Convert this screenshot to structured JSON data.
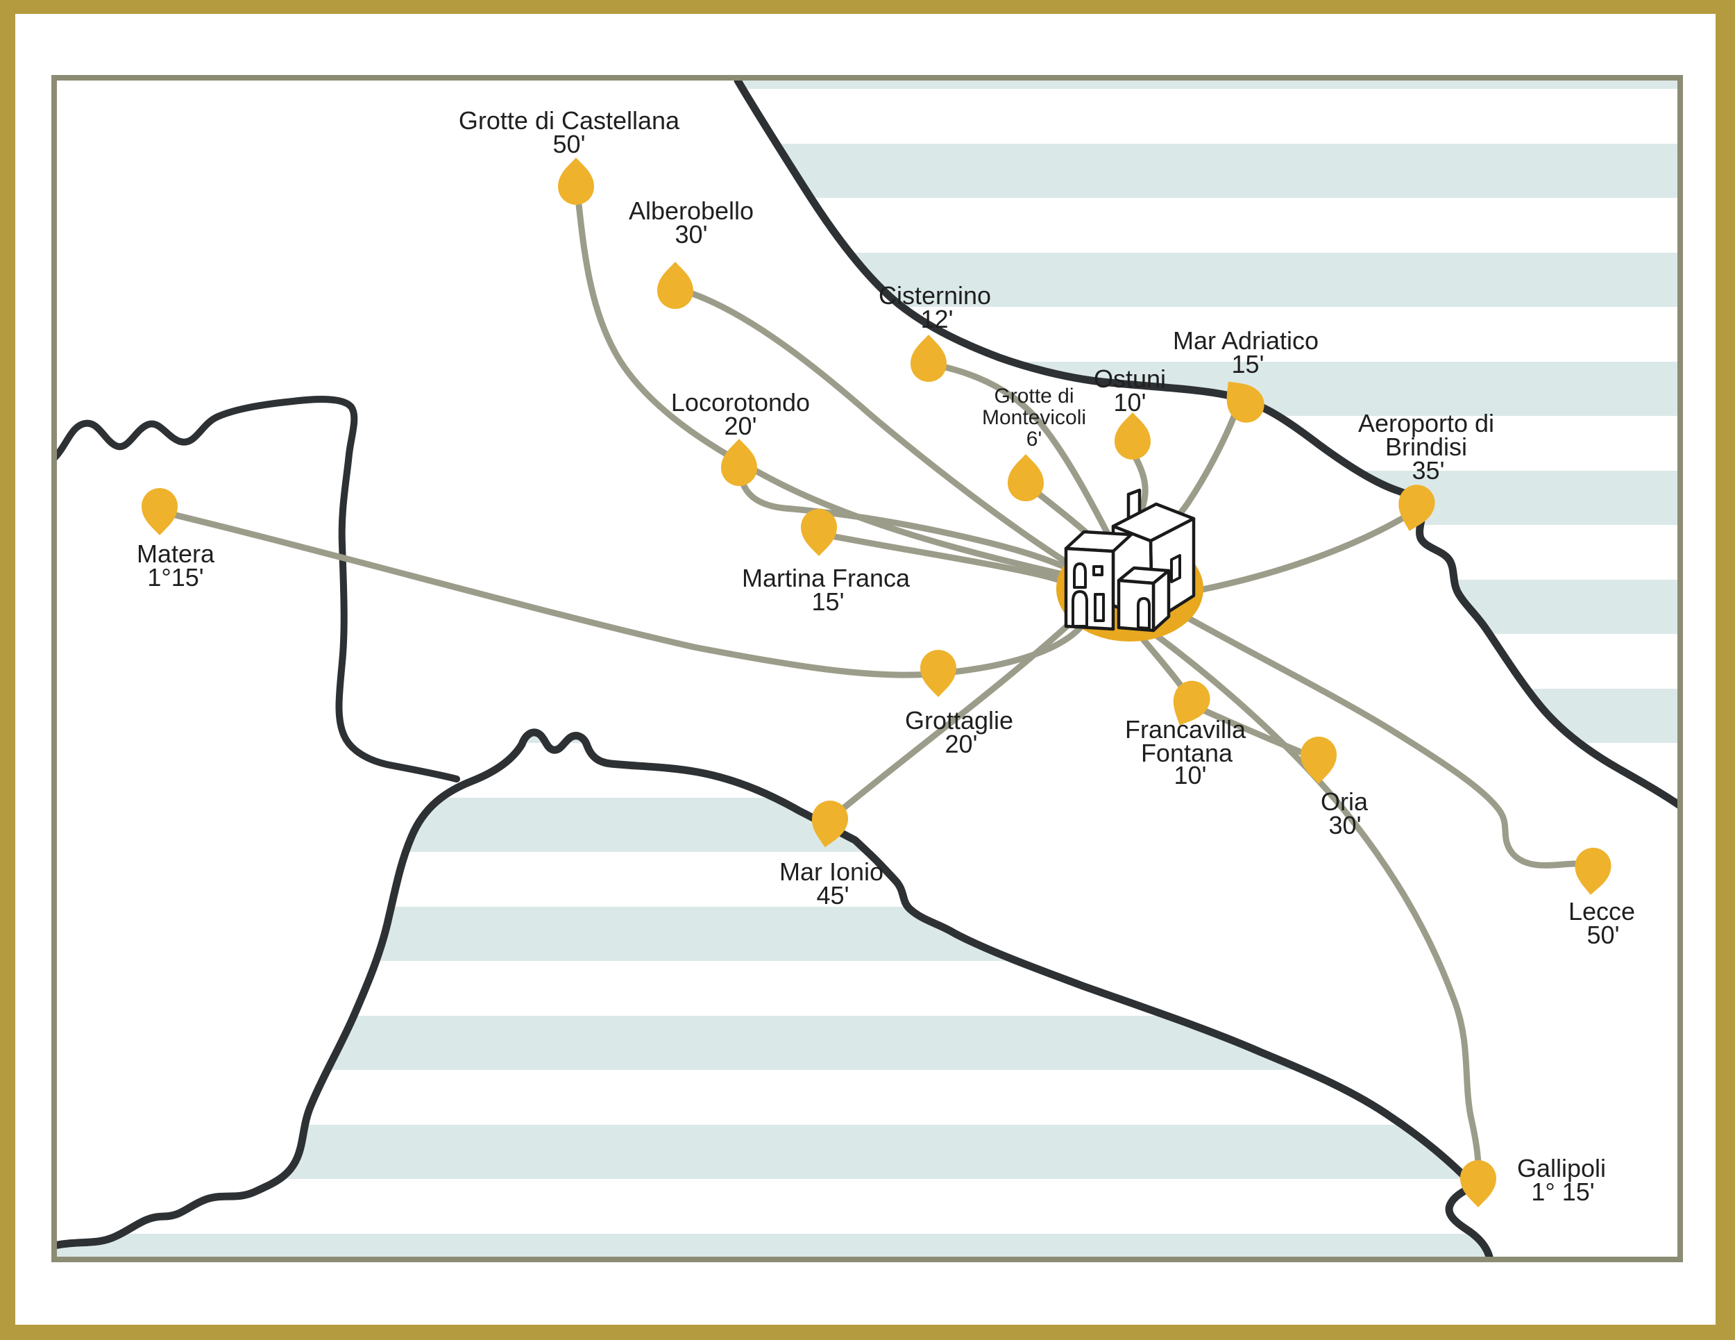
{
  "map_title": "Puglia destinations travel-time map",
  "colors": {
    "gold_border": "#b49b3f",
    "frame": "#8c8c74",
    "sea_stripe": "#dbe8e8",
    "land": "#ffffff",
    "coastline": "#2d3134",
    "road": "#9c9c8a",
    "marker": "#eeb22c",
    "hub": "#e8a81f",
    "text": "#1f1f1f",
    "building_outline": "#1a1a1a"
  },
  "hub": {
    "icon": "masseria-building-icon"
  },
  "destinations": [
    {
      "id": "grotte-di-castellana",
      "name": "Grotte di Castellana",
      "time": "50'"
    },
    {
      "id": "alberobello",
      "name": "Alberobello",
      "time": "30'"
    },
    {
      "id": "cisternino",
      "name": "Cisternino",
      "time": "12'"
    },
    {
      "id": "mar-adriatico",
      "name": "Mar Adriatico",
      "time": "15'"
    },
    {
      "id": "ostuni",
      "name": "Ostuni",
      "time": "10'"
    },
    {
      "id": "grotte-di-montevicoli",
      "name": "Grotte di",
      "name2": "Montevicoli",
      "time": "6'"
    },
    {
      "id": "locorotondo",
      "name": "Locorotondo",
      "time": "20'"
    },
    {
      "id": "martina-franca",
      "name": "Martina Franca",
      "time": "15'"
    },
    {
      "id": "matera",
      "name": "Matera",
      "time": "1°15'"
    },
    {
      "id": "aeroporto-di-brindisi",
      "name": "Aeroporto di",
      "name2": "Brindisi",
      "time": "35'"
    },
    {
      "id": "grottaglie",
      "name": "Grottaglie",
      "time": "20'"
    },
    {
      "id": "francavilla-fontana",
      "name": "Francavilla",
      "name2": "Fontana",
      "time": "10'"
    },
    {
      "id": "oria",
      "name": "Oria",
      "time": "30'"
    },
    {
      "id": "mar-ionio",
      "name": "Mar Ionio",
      "time": "45'"
    },
    {
      "id": "lecce",
      "name": "Lecce",
      "time": "50'"
    },
    {
      "id": "gallipoli",
      "name": "Gallipoli",
      "time": "1° 15'"
    }
  ]
}
